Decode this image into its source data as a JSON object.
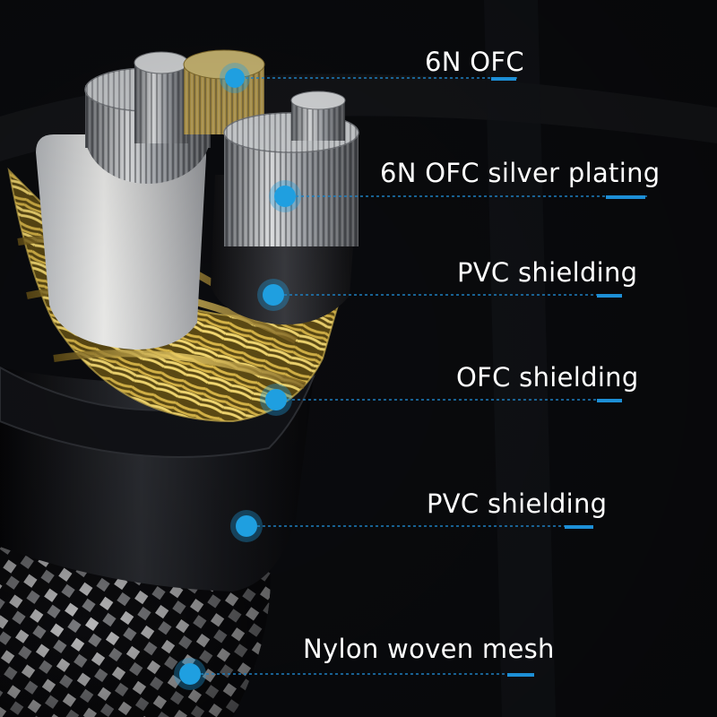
{
  "labels": [
    {
      "text": "6N OFC"
    },
    {
      "text": "6N OFC silver plating"
    },
    {
      "text": "PVC shielding"
    },
    {
      "text": "OFC shielding"
    },
    {
      "text": "PVC shielding"
    },
    {
      "text": "Nylon woven mesh"
    }
  ],
  "colors": {
    "background": "#0a0b0e",
    "accent": "#1f9fe0",
    "braid": "#c9a437",
    "conductor": "#b8bcc2",
    "outer_jacket": "#15161a"
  }
}
